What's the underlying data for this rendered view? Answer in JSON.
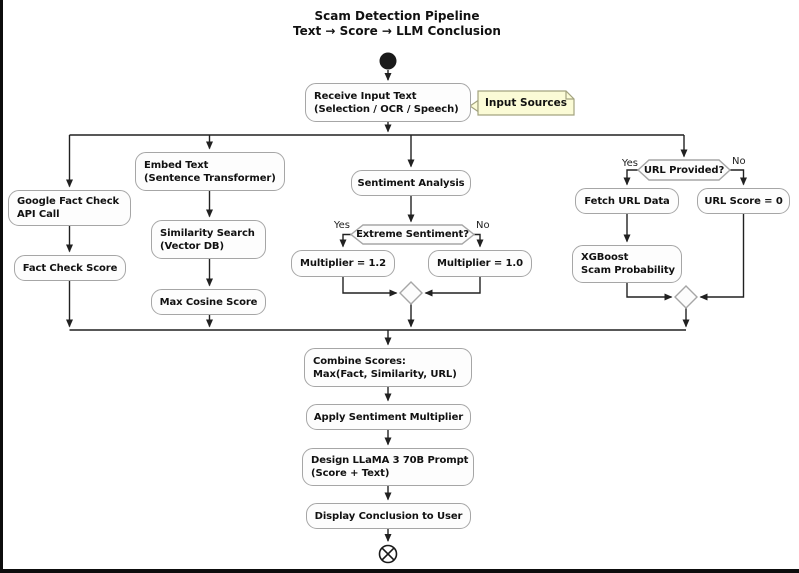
{
  "diagram": {
    "title": {
      "line1": "Scam Detection Pipeline",
      "line2": "Text → Score → LLM Conclusion"
    },
    "note": {
      "text": "Input Sources"
    },
    "nodes": {
      "receive": {
        "line1": "Receive Input Text",
        "line2": "(Selection / OCR / Speech)"
      },
      "google": {
        "line1": "Google Fact Check",
        "line2": "API Call"
      },
      "factscore": {
        "label": "Fact Check Score"
      },
      "embed": {
        "line1": "Embed Text",
        "line2": "(Sentence Transformer)"
      },
      "similarity": {
        "line1": "Similarity Search",
        "line2": "(Vector DB)"
      },
      "maxcos": {
        "label": "Max Cosine Score"
      },
      "sentiment": {
        "label": "Sentiment Analysis"
      },
      "extreme": {
        "label": "Extreme Sentiment?"
      },
      "mult12": {
        "label": "Multiplier = 1.2"
      },
      "mult10": {
        "label": "Multiplier = 1.0"
      },
      "url_provided": {
        "label": "URL Provided?"
      },
      "fetch": {
        "label": "Fetch URL Data"
      },
      "urlscore": {
        "label": "URL Score = 0"
      },
      "xgboost": {
        "line1": "XGBoost",
        "line2": "Scam Probability"
      },
      "combine": {
        "line1": "Combine Scores:",
        "line2": "Max(Fact, Similarity, URL)"
      },
      "apply": {
        "label": "Apply Sentiment Multiplier"
      },
      "design": {
        "line1": "Design LLaMA 3 70B Prompt",
        "line2": "(Score + Text)"
      },
      "display": {
        "label": "Display Conclusion to User"
      }
    },
    "edge_labels": {
      "sentiment_yes": "Yes",
      "sentiment_no": "No",
      "url_yes": "Yes",
      "url_no": "No"
    },
    "colors": {
      "background": "#ffffff",
      "frame": "#0d0d0d",
      "line": "#212121",
      "node_fill": "#fdfdfd",
      "node_border": "#a6a6a6",
      "note_fill": "#fbfbd6",
      "note_border": "#a3a37f",
      "text": "#111111"
    }
  }
}
